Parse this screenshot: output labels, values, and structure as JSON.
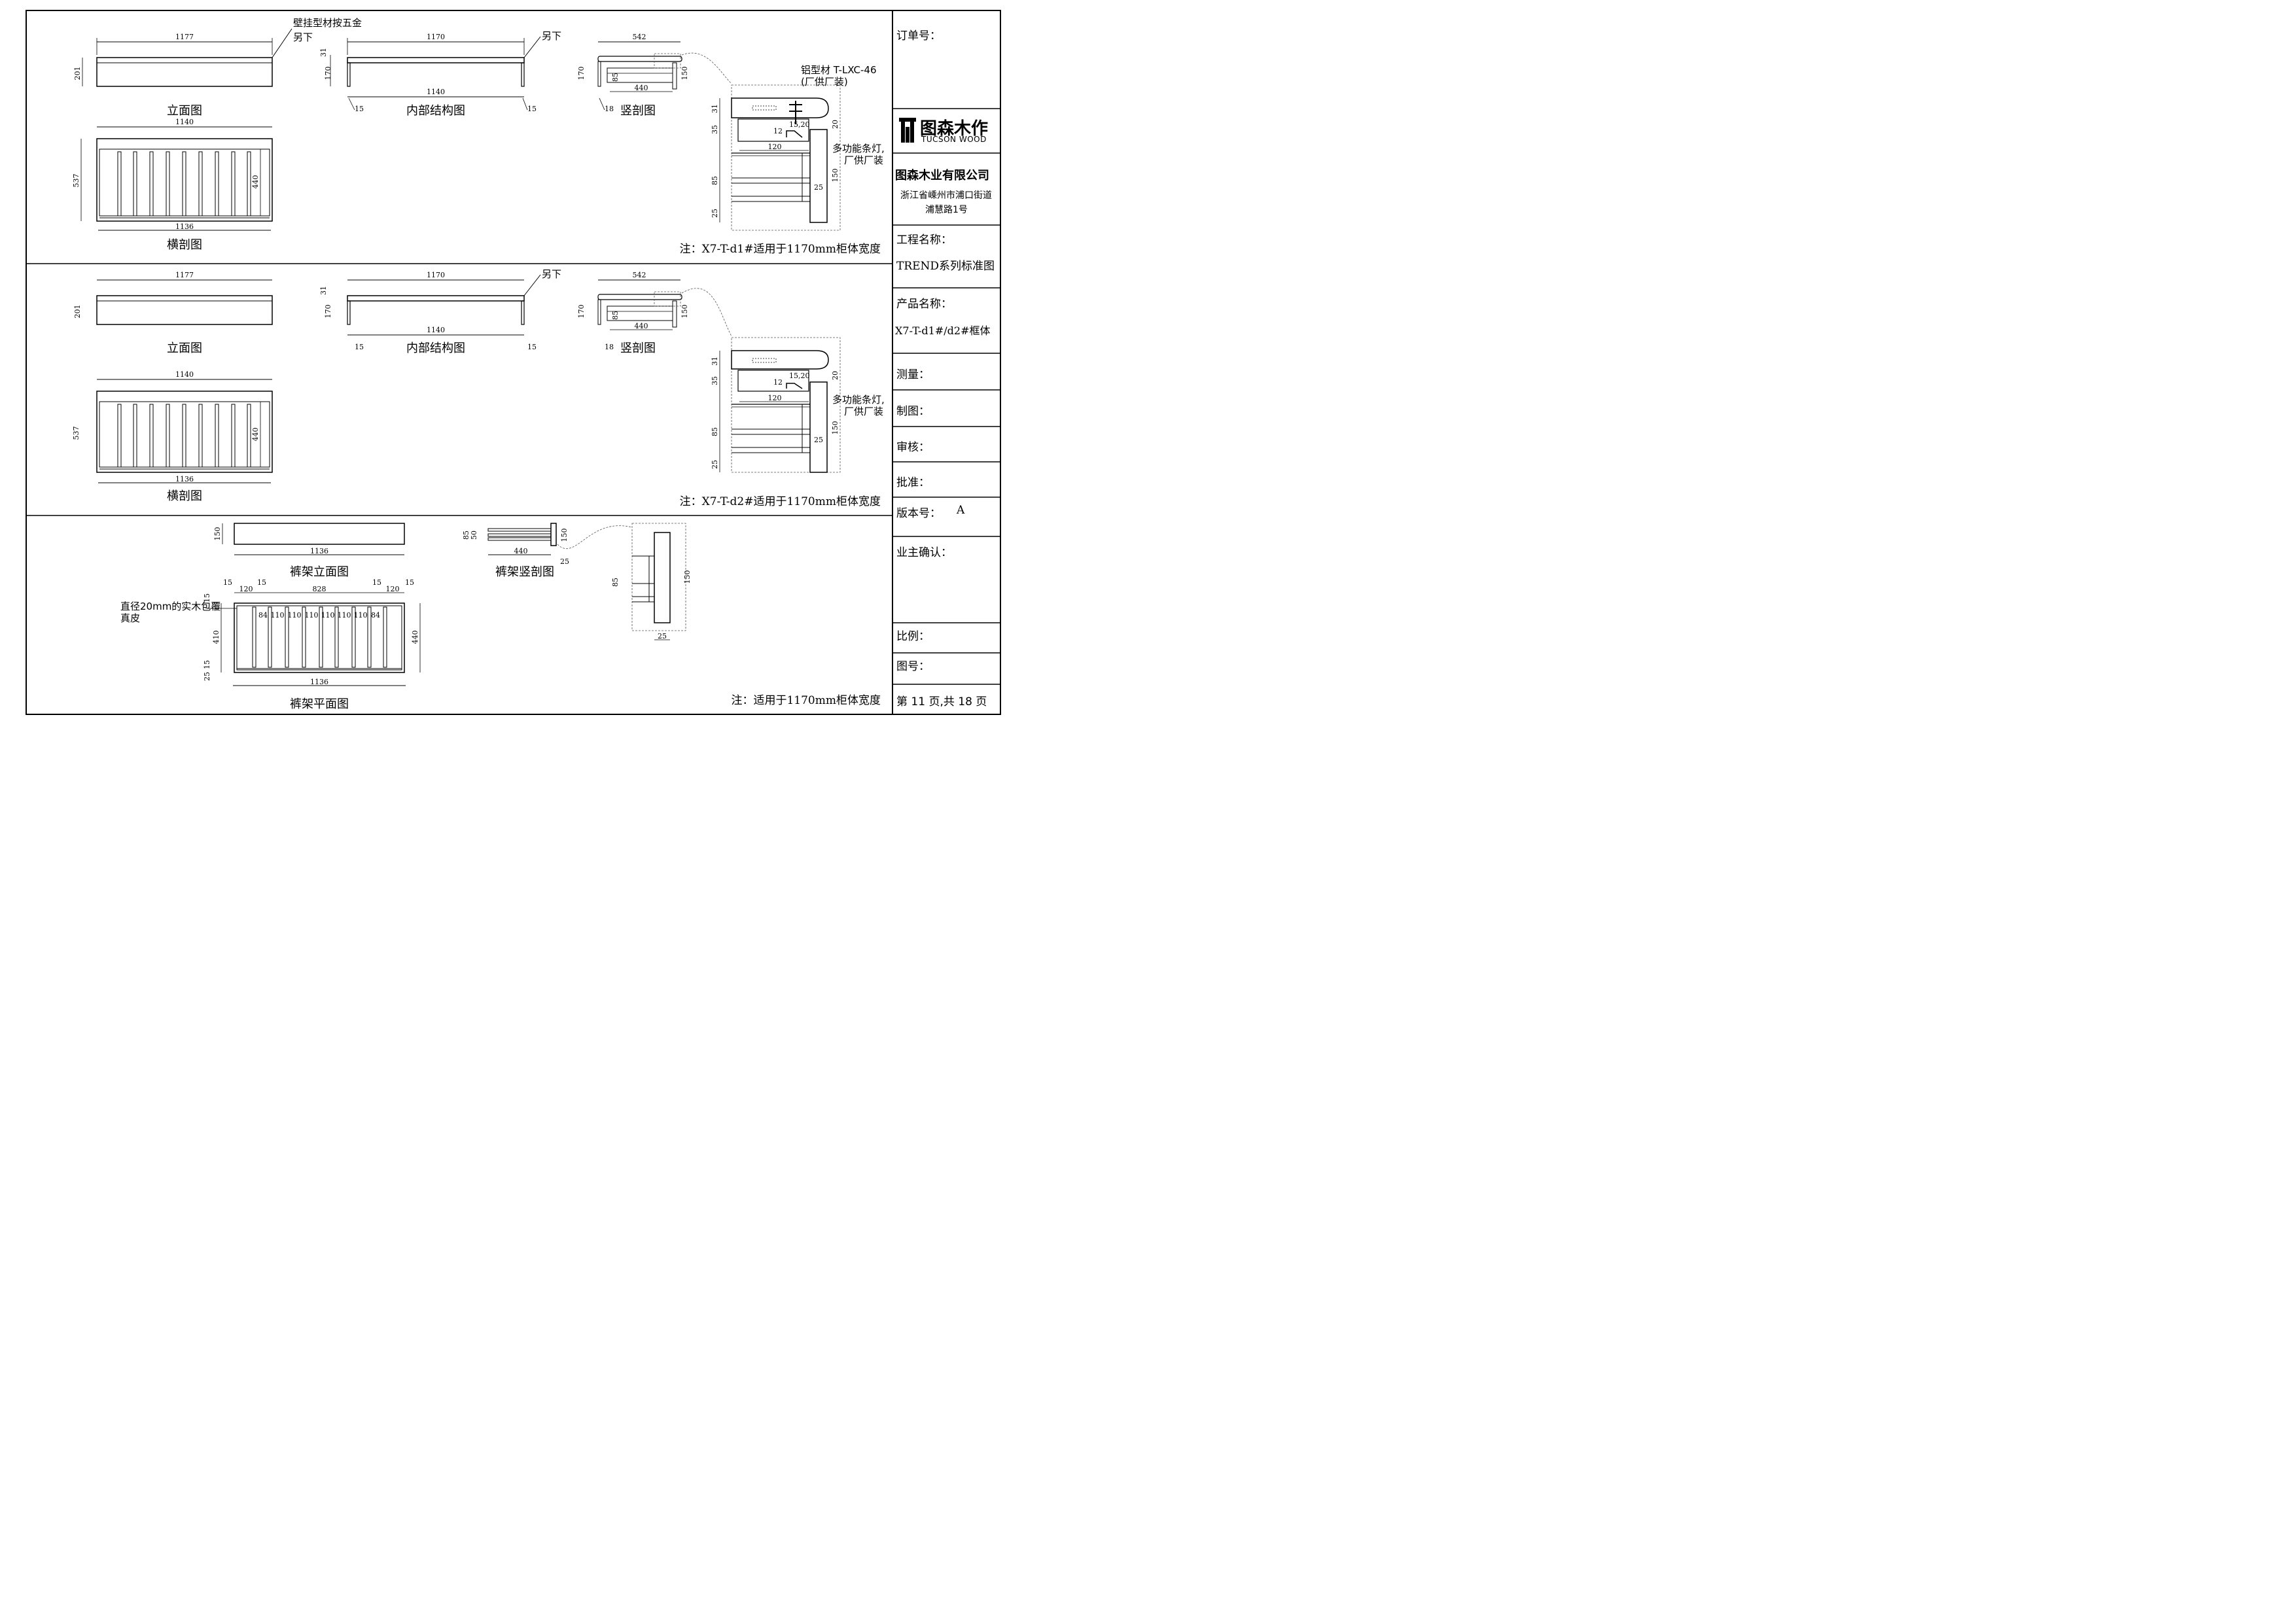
{
  "labels": {
    "wall_profile_note": "壁挂型材按五金",
    "separate_order": "另下",
    "elevation": "立面图",
    "internal_structure": "内部结构图",
    "vertical_section": "竖剖图",
    "cross_section": "横剖图",
    "aluminum_profile": "铝型材 T-LXC-46",
    "factory_install_paren": "(厂供厂装)",
    "light_strip_1": "多功能条灯,",
    "light_strip_2": "厂供厂装",
    "trouser_elevation": "裤架立面图",
    "trouser_section": "裤架竖剖图",
    "trouser_plan": "裤架平面图",
    "rod_note_1": "直径20mm的实木包覆",
    "rod_note_2": "真皮"
  },
  "notes": {
    "d1": "注：X7-T-d1#适用于1170mm柜体宽度",
    "d2": "注：X7-T-d2#适用于1170mm柜体宽度",
    "trouser": "注：适用于1170mm柜体宽度"
  },
  "dims": {
    "w1177": "1177",
    "w1170": "1170",
    "w1140": "1140",
    "w1136": "1136",
    "w542": "542",
    "w440": "440",
    "w828": "828",
    "w120": "120",
    "w110": "110",
    "w84": "84",
    "h201": "201",
    "h31": "31",
    "h170": "170",
    "h150": "150",
    "h537": "537",
    "h440": "440",
    "h85": "85",
    "h35": "35",
    "h25": "25",
    "h20": "20",
    "h12": "12",
    "h15": "15",
    "h18": "18",
    "h410": "410",
    "h50": "50",
    "d1520": "15,20"
  },
  "title_block": {
    "order_no": "订单号：",
    "logo_cn": "图森木作",
    "logo_en": "TUCSON WOOD",
    "company": "图森木业有限公司",
    "address_1": "浙江省嵊州市浦口街道",
    "address_2": "浦慧路1号",
    "project_label": "工程名称：",
    "project_value": "TREND系列标准图",
    "product_label": "产品名称：",
    "product_value": "X7-T-d1#/d2#框体",
    "measure": "测量：",
    "draw": "制图：",
    "review": "审核：",
    "approve": "批准：",
    "version_label": "版本号：",
    "version_value": "A",
    "owner_confirm": "业主确认：",
    "scale": "比例：",
    "drawing_no": "图号：",
    "page": "第 11 页,共 18 页"
  },
  "colors": {
    "line": "#000000",
    "dash": "#555555"
  }
}
